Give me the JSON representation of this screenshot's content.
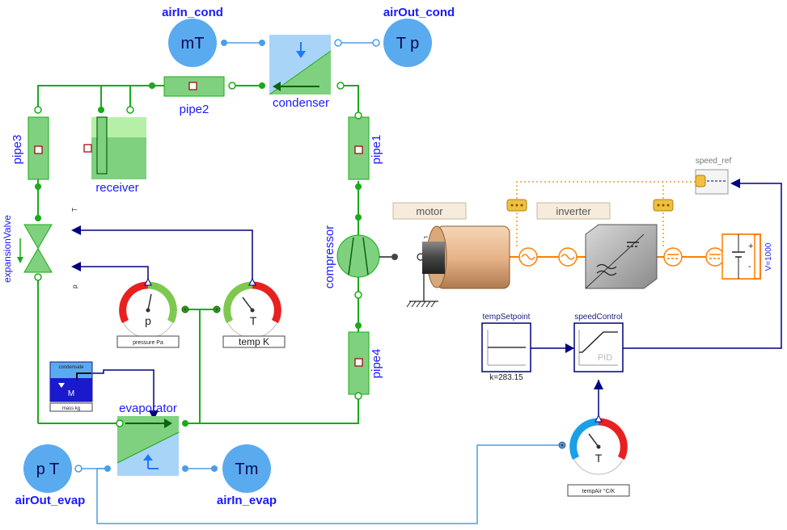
{
  "labels": {
    "airIn_cond": "airIn_cond",
    "airOut_cond": "airOut_cond",
    "mT": "mT",
    "Tp": "T p",
    "pipe2": "pipe2",
    "condenser": "condenser",
    "pipe3": "pipe3",
    "receiver": "receiver",
    "pipe1": "pipe1",
    "expansionValve": "expansionValve",
    "T_small": "T",
    "p_small": "p",
    "compressor": "compressor",
    "pipe4": "pipe4",
    "motor": "motor",
    "inverter": "inverter",
    "speed_ref": "speed_ref",
    "V": "V=1000",
    "pressure_gauge_letter": "p",
    "pressure_gauge_caption": "pressure Pa",
    "temp_gauge_letter": "T",
    "temp_gauge_caption": "temp K",
    "condensate_title": "condensate",
    "condensate_M": "M",
    "condensate_caption": "mass kg",
    "evaporator": "evaporator",
    "pT": "p T",
    "airOut_evap": "airOut_evap",
    "Tm": "Tm",
    "airIn_evap": "airIn_evap",
    "tempSetpoint": "tempSetpoint",
    "k": "k=283.15",
    "speedControl": "speedControl",
    "PID": "PID",
    "tempAir_letter": "T",
    "tempAir_caption": "tempAir °C/K",
    "plus": "+",
    "minus": "-"
  },
  "colors": {
    "fluid": "#1aaa1a",
    "air": "#4d9de6",
    "signal": "#000080",
    "electric": "#ff7f00",
    "component_green": "#7fd17f",
    "boundary_blue": "#5aaaf0"
  }
}
